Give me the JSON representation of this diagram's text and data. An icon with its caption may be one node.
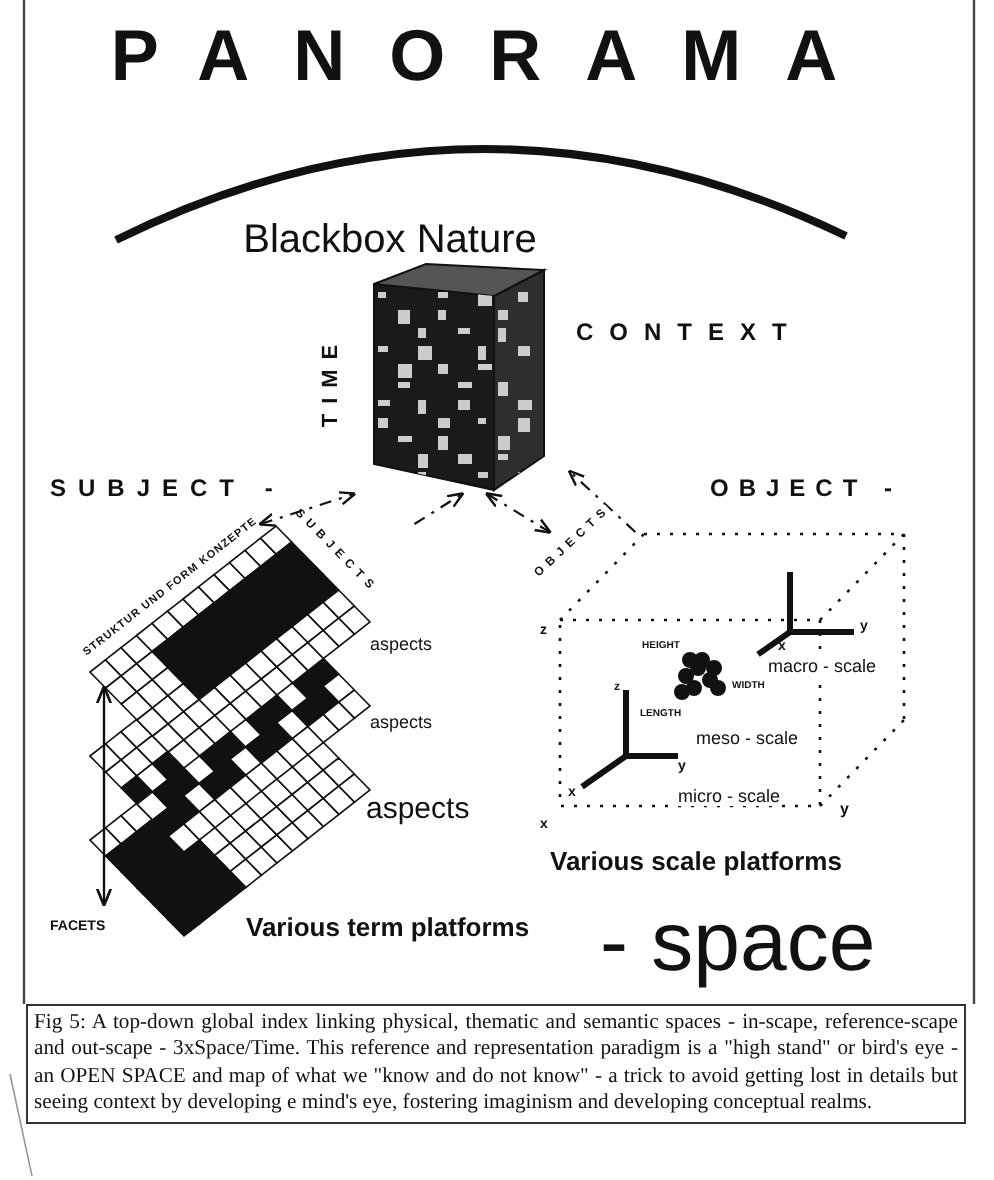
{
  "diagram": {
    "caption": "Fig 5: A top-down global index linking physical, thematic and semantic spaces - in-scape, reference-scape and out-scape - 3xSpace/Time. This reference and representation paradigm is a \"high stand\" or bird's eye - an OPEN SPACE and map of what we \"know and do not know\" - a trick to avoid getting lost in details but seeing context by developing e mind's eye, fostering imaginism and developing conceptual realms.",
    "nodes": [
      {
        "text": [
          "Blackbox Nature"
        ]
      },
      {
        "text": [
          "Various term platforms"
        ]
      },
      {
        "text": [
          "Various scale platforms"
        ]
      }
    ],
    "edges": [
      {
        "from": 1,
        "to": 0,
        "arrow": "both",
        "style": "dashed"
      },
      {
        "from": 1,
        "to": 0,
        "arrow": "to",
        "style": "dashed"
      },
      {
        "from": 0,
        "to": 2,
        "arrow": "both",
        "style": "dashed"
      },
      {
        "from": 2,
        "to": 0,
        "arrow": "to",
        "style": "dashed",
        "label": "OBJECTS"
      }
    ],
    "labels": [
      "PANORAMA",
      "TIME",
      "CONTEXT",
      "SUBJECT -",
      "OBJECT -",
      "STRUKTUR UND FORM KONZEPTE",
      "SUBJECTS",
      "aspects",
      "aspects",
      "aspects",
      "FACETS",
      "y",
      "z",
      "HEIGHT",
      "x",
      "macro - scale",
      "WIDTH",
      "z",
      "LENGTH",
      "meso - scale",
      "y",
      "x",
      "micro - scale",
      "y",
      "x",
      "- space"
    ]
  }
}
